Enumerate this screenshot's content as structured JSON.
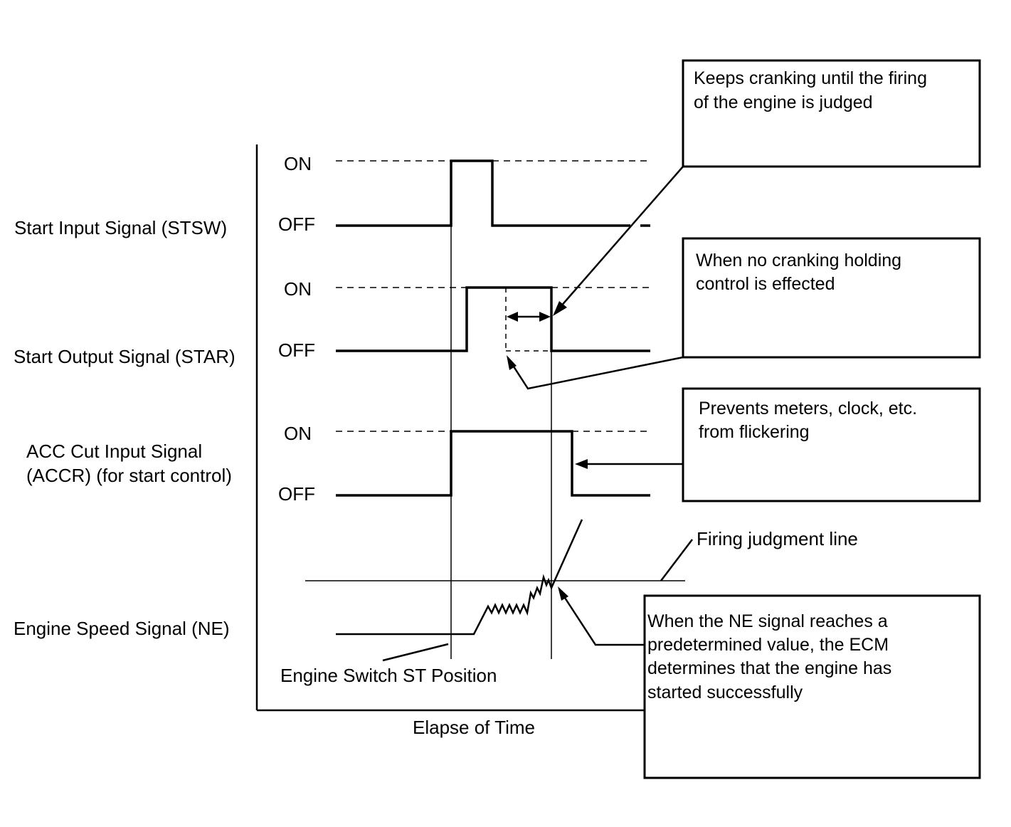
{
  "signals": {
    "stsw": "Start Input Signal (STSW)",
    "star": "Start Output Signal (STAR)",
    "accr_line1": "ACC Cut Input Signal",
    "accr_line2": "(ACCR) (for start control)",
    "ne": "Engine Speed Signal (NE)"
  },
  "levels": {
    "on": "ON",
    "off": "OFF"
  },
  "axis": {
    "x_label": "Elapse of Time"
  },
  "annotations": {
    "engine_switch": "Engine Switch ST Position",
    "firing_line": "Firing judgment line"
  },
  "callouts": {
    "cranking": [
      "Keeps cranking until the firing",
      "of the engine is judged"
    ],
    "no_holding": [
      "When no cranking holding",
      "control is effected"
    ],
    "flicker": [
      "Prevents meters, clock, etc.",
      "from flickering"
    ],
    "ne_reach": [
      "When the NE signal reaches a",
      "predetermined value, the ECM",
      "determines that the engine has",
      "started successfully"
    ]
  },
  "colors": {
    "ink": "#000000",
    "background": "#ffffff"
  }
}
